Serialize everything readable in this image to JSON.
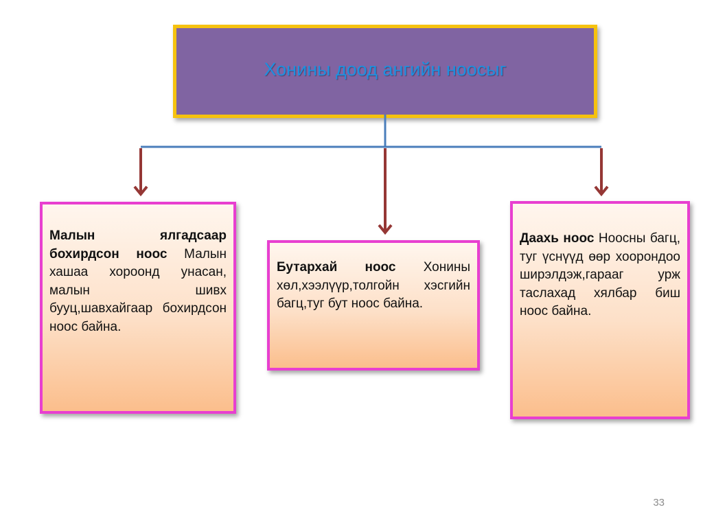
{
  "title": "Хонины доод ангийн ноосыг",
  "categories": [
    {
      "heading": "Малын ялгадсаар бохирдсон ноос",
      "description": "Малын хашаа хороонд унасан, малын шивх бууц,шавхайгаар бохирдсон ноос байна."
    },
    {
      "heading": "Бутархай ноос",
      "description": "Хонины хөл,хээлүүр,толгойн хэсгийн багц,туг бут ноос байна."
    },
    {
      "heading": "Даахь ноос",
      "description": "Ноосны багц, туг үснүүд өөр хоорондоо ширэлдэж,гарааг урж таслахад хялбар биш ноос байна."
    }
  ],
  "page_number": "33",
  "colors": {
    "title_fill": "#8064a2",
    "title_border": "#f6c20f",
    "title_text": "#1e90e0",
    "connector_blue": "#4a7ebb",
    "arrow_red": "#953735",
    "card_border": "#e83fd0"
  }
}
